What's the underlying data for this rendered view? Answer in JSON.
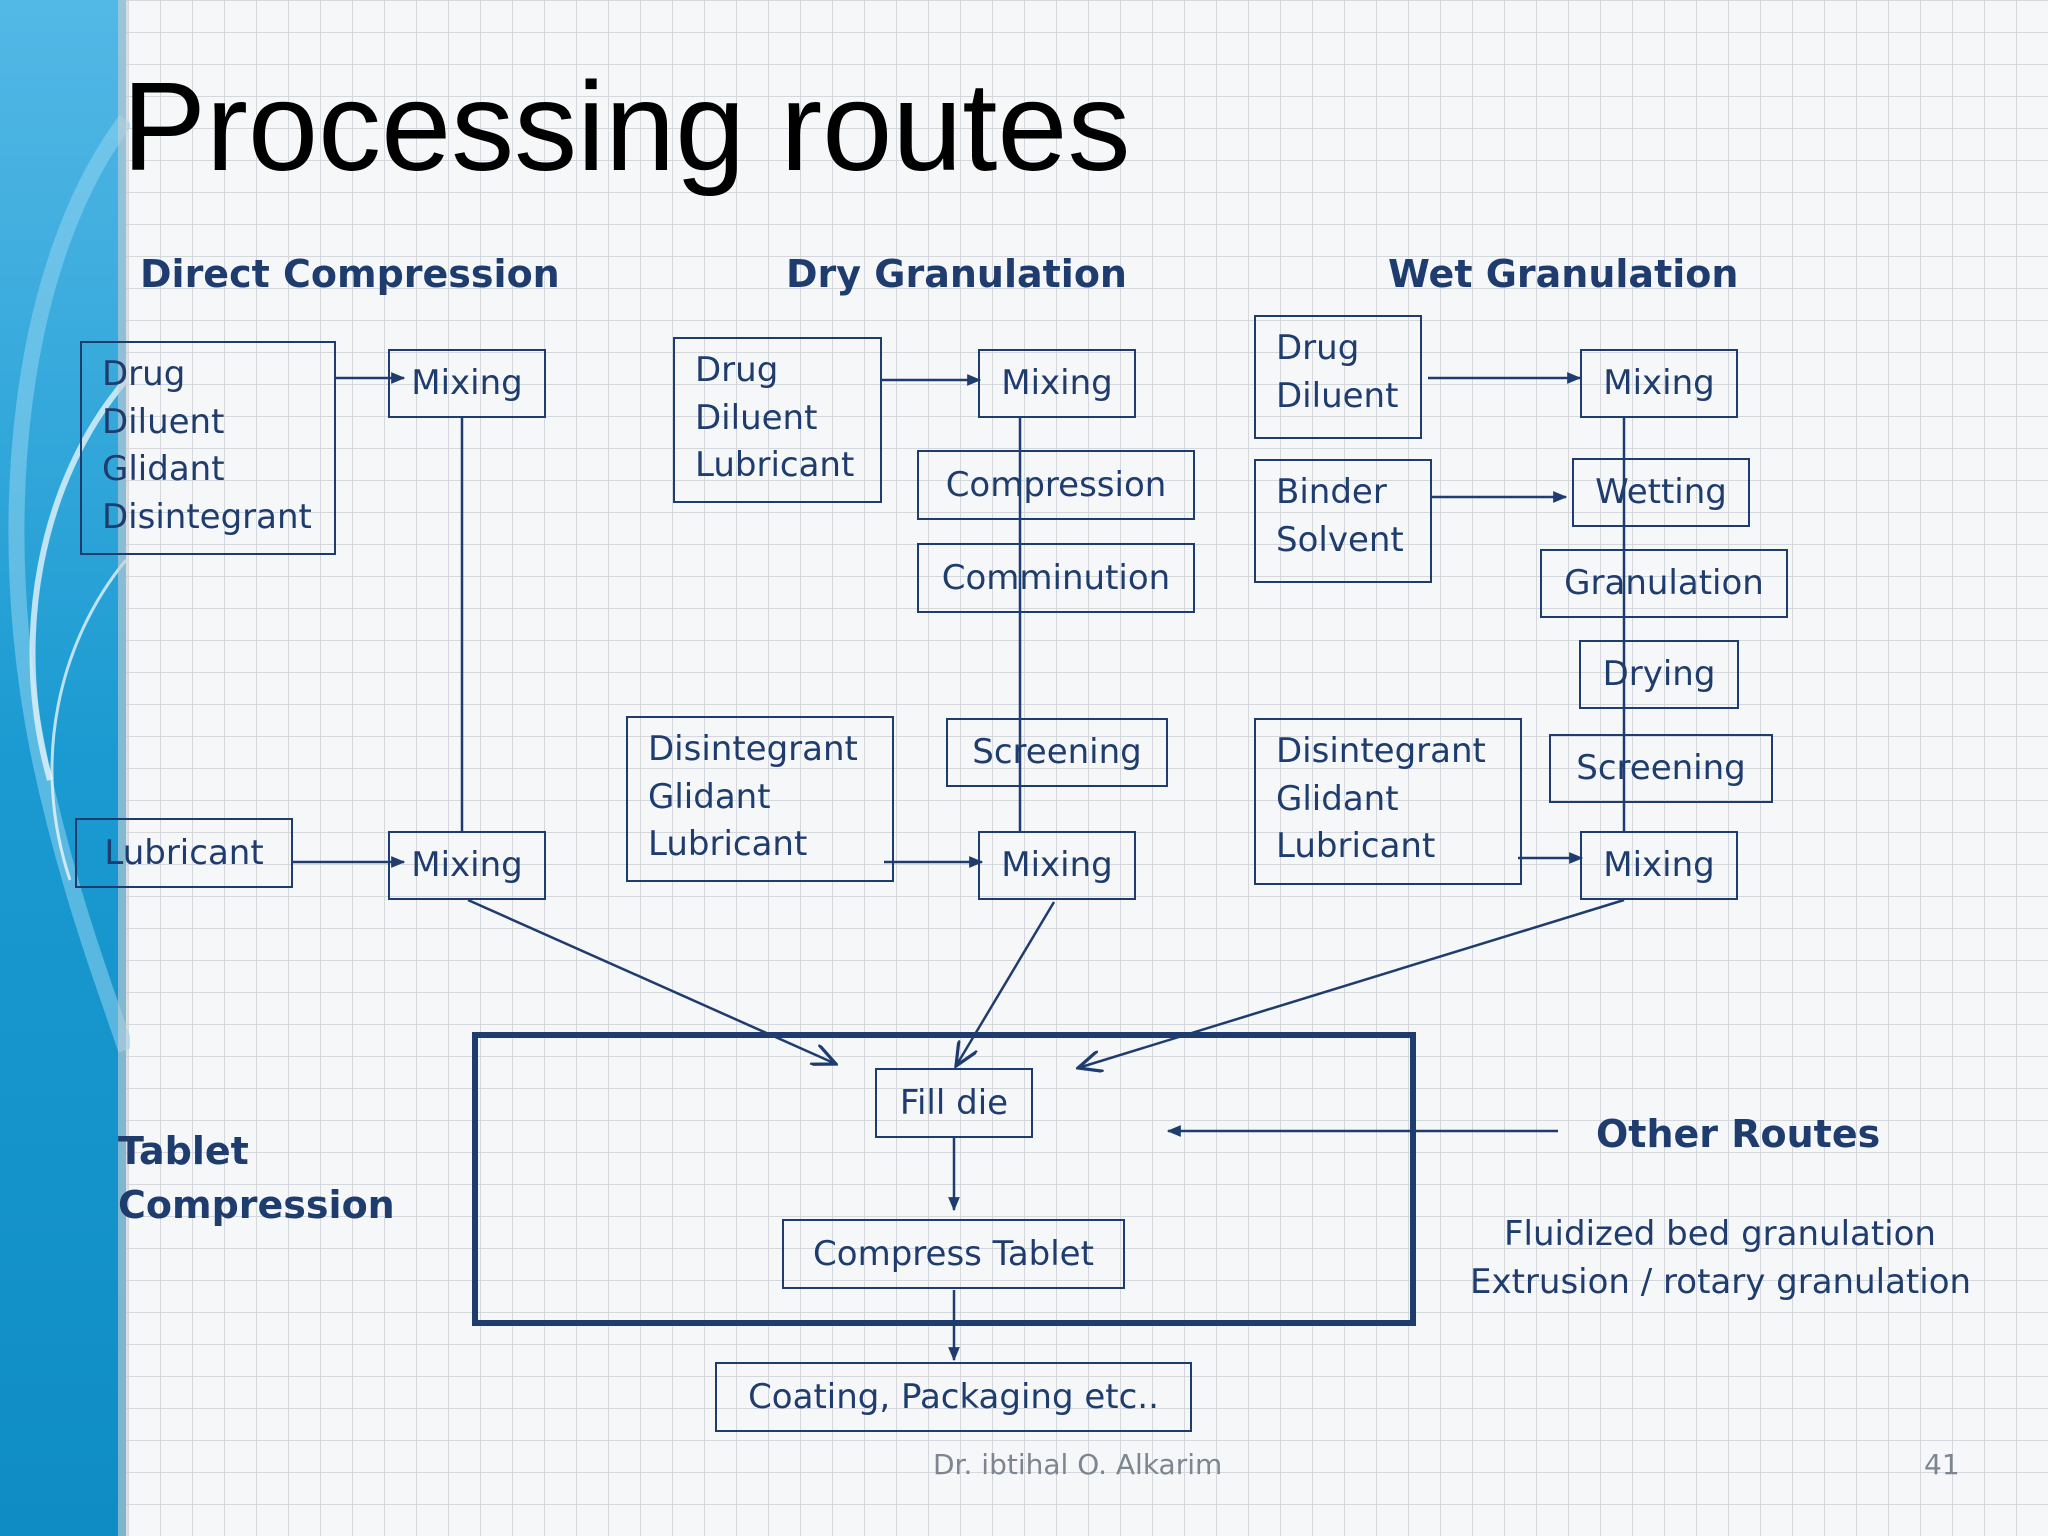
{
  "slide": {
    "title": "Processing routes",
    "footer": {
      "author": "Dr. ibtihal O. Alkarim",
      "page": "41"
    }
  },
  "routes": {
    "direct": {
      "heading": "Direct Compression",
      "inputs": [
        "Drug",
        "Diluent",
        "Glidant",
        "Disintegrant"
      ],
      "mixing_1": "Mixing",
      "lubricant": "Lubricant",
      "mixing_2": "Mixing"
    },
    "dry": {
      "heading": "Dry Granulation",
      "inputs": [
        "Drug",
        "Diluent",
        "Lubricant"
      ],
      "mixing_1": "Mixing",
      "compression": "Compression",
      "comminution": "Comminution",
      "screening": "Screening",
      "additives": [
        "Disintegrant",
        "Glidant",
        "Lubricant"
      ],
      "mixing_2": "Mixing"
    },
    "wet": {
      "heading": "Wet Granulation",
      "inputs": [
        "Drug",
        "Diluent"
      ],
      "binder": [
        "Binder",
        "Solvent"
      ],
      "mixing_1": "Mixing",
      "wetting": "Wetting",
      "granulation": "Granulation",
      "drying": "Drying",
      "screening": "Screening",
      "additives": [
        "Disintegrant",
        "Glidant",
        "Lubricant"
      ],
      "mixing_2": "Mixing"
    }
  },
  "tablet": {
    "label_line1": "Tablet",
    "label_line2": "Compression",
    "fill_die": "Fill die",
    "compress": "Compress Tablet",
    "final": "Coating, Packaging etc.."
  },
  "other_routes": {
    "heading": "Other Routes",
    "items": [
      "Fluidized bed granulation",
      "Extrusion / rotary granulation"
    ]
  },
  "colors": {
    "ink": "#1f3c6e",
    "title": "#000000",
    "footer": "#7d8690",
    "sidebar_blue": "#1d9fd4"
  }
}
